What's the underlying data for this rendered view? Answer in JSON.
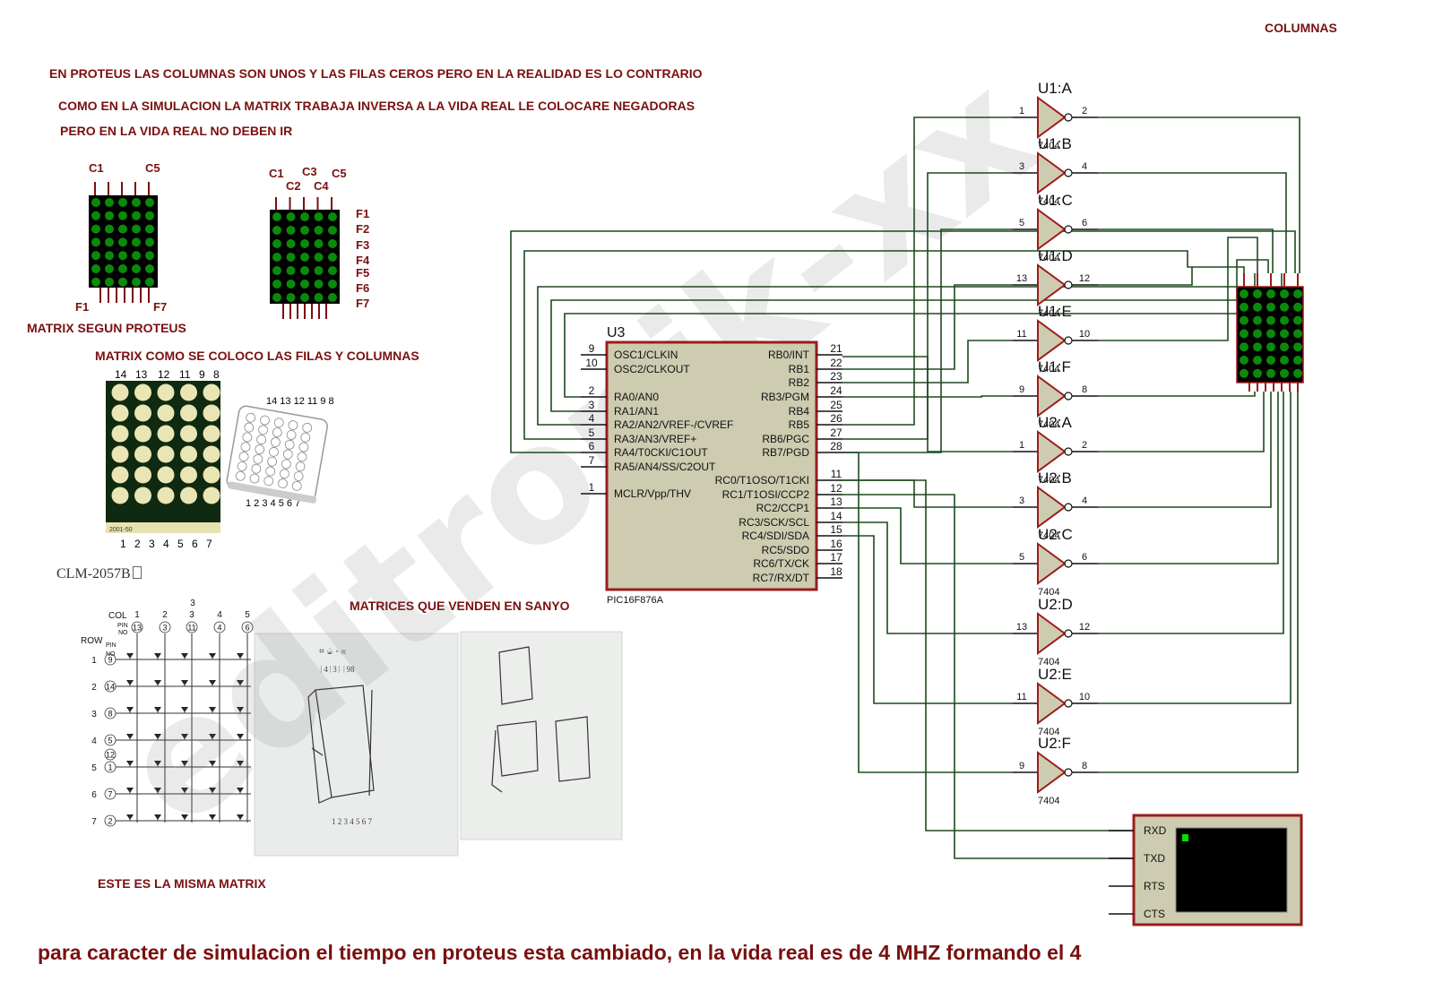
{
  "header": {
    "columnas_label": "COLUMNAS"
  },
  "notes": [
    "EN PROTEUS LAS COLUMNAS SON UNOS Y LAS FILAS CEROS PERO EN LA REALIDAD ES LO CONTRARIO",
    "COMO EN LA SIMULACION LA MATRIX TRABAJA INVERSA A LA VIDA REAL LE COLOCARE NEGADORAS",
    "PERO EN LA VIDA REAL NO DEBEN IR"
  ],
  "matrix_proteus": {
    "col_first": "C1",
    "col_last": "C5",
    "row_first": "F1",
    "row_last": "F7",
    "caption": "MATRIX SEGUN PROTEUS"
  },
  "matrix_rotated": {
    "cols": [
      "C1",
      "C2",
      "C3",
      "C4",
      "C5"
    ],
    "rows": [
      "F1",
      "F2",
      "F3",
      "F4",
      "F5",
      "F6",
      "F7"
    ]
  },
  "matrix_placed_caption": "MATRIX COMO SE COLOCO  LAS FILAS Y COLUMNAS",
  "photo_pins_top": [
    "14",
    "13",
    "12",
    "11",
    "9",
    "8"
  ],
  "photo_pins_bottom": [
    "1",
    "2",
    "3",
    "4",
    "5",
    "6",
    "7"
  ],
  "photo_label": "2001-50",
  "small_pins_top": "14 13 12 11 9 8",
  "small_pins_bottom": "1 2 3 4 5 6 7",
  "part_number": "CLM-2057B",
  "datasheet": {
    "col_label": "COL",
    "pin_label": "PIN",
    "no_label": "NO",
    "row_label": "ROW",
    "col_numbers": [
      "1",
      "2",
      "3",
      "4",
      "5"
    ],
    "col_pins": [
      "13",
      "3",
      "11",
      "4",
      "6"
    ],
    "row_numbers": [
      "1",
      "2",
      "3",
      "4",
      "5",
      "6",
      "7"
    ],
    "row_pins": [
      "9",
      "14",
      "8",
      "5",
      "1",
      "7",
      "2"
    ],
    "row4_extra_pin": "12"
  },
  "sanyo_caption": "MATRICES QUE VENDEN EN SANYO",
  "same_matrix_caption": "ESTE ES LA MISMA MATRIX",
  "footer_text": "para caracter de simulacion el tiempo en proteus esta cambiado, en la vida real es de 4 MHZ formando el 4",
  "watermark": "editronik-xx",
  "mcu": {
    "ref": "U3",
    "part": "PIC16F876A",
    "left_pins": [
      {
        "num": "9",
        "name": "OSC1/CLKIN"
      },
      {
        "num": "10",
        "name": "OSC2/CLKOUT"
      },
      {
        "num": "2",
        "name": "RA0/AN0"
      },
      {
        "num": "3",
        "name": "RA1/AN1"
      },
      {
        "num": "4",
        "name": "RA2/AN2/VREF-/CVREF"
      },
      {
        "num": "5",
        "name": "RA3/AN3/VREF+"
      },
      {
        "num": "6",
        "name": "RA4/T0CKI/C1OUT"
      },
      {
        "num": "7",
        "name": "RA5/AN4/SS/C2OUT"
      },
      {
        "num": "1",
        "name": "MCLR/Vpp/THV"
      }
    ],
    "right_pins": [
      {
        "num": "21",
        "name": "RB0/INT"
      },
      {
        "num": "22",
        "name": "RB1"
      },
      {
        "num": "23",
        "name": "RB2"
      },
      {
        "num": "24",
        "name": "RB3/PGM"
      },
      {
        "num": "25",
        "name": "RB4"
      },
      {
        "num": "26",
        "name": "RB5"
      },
      {
        "num": "27",
        "name": "RB6/PGC"
      },
      {
        "num": "28",
        "name": "RB7/PGD"
      },
      {
        "num": "11",
        "name": "RC0/T1OSO/T1CKI"
      },
      {
        "num": "12",
        "name": "RC1/T1OSI/CCP2"
      },
      {
        "num": "13",
        "name": "RC2/CCP1"
      },
      {
        "num": "14",
        "name": "RC3/SCK/SCL"
      },
      {
        "num": "15",
        "name": "RC4/SDI/SDA"
      },
      {
        "num": "16",
        "name": "RC5/SDO"
      },
      {
        "num": "17",
        "name": "RC6/TX/CK"
      },
      {
        "num": "18",
        "name": "RC7/RX/DT"
      }
    ]
  },
  "inverters": [
    {
      "ref": "U1:A",
      "in": "1",
      "out": "2",
      "part": "7404"
    },
    {
      "ref": "U1:B",
      "in": "3",
      "out": "4",
      "part": "7404"
    },
    {
      "ref": "U1:C",
      "in": "5",
      "out": "6",
      "part": "7404"
    },
    {
      "ref": "U1:D",
      "in": "13",
      "out": "12",
      "part": "7404"
    },
    {
      "ref": "U1:E",
      "in": "11",
      "out": "10",
      "part": "7404"
    },
    {
      "ref": "U1:F",
      "in": "9",
      "out": "8",
      "part": "7404"
    },
    {
      "ref": "U2:A",
      "in": "1",
      "out": "2",
      "part": "7404"
    },
    {
      "ref": "U2:B",
      "in": "3",
      "out": "4",
      "part": "7404"
    },
    {
      "ref": "U2:C",
      "in": "5",
      "out": "6",
      "part": "7404"
    },
    {
      "ref": "U2:D",
      "in": "13",
      "out": "12",
      "part": "7404"
    },
    {
      "ref": "U2:E",
      "in": "11",
      "out": "10",
      "part": "7404"
    },
    {
      "ref": "U2:F",
      "in": "9",
      "out": "8",
      "part": "7404"
    }
  ],
  "terminal_pins": [
    "RXD",
    "TXD",
    "RTS",
    "CTS"
  ],
  "colors": {
    "note": "#7a1010",
    "wire": "#1e4a1e",
    "chip_fill": "#cdcbb0",
    "chip_stroke": "#9b1c1c",
    "led": "#0a8a0a"
  }
}
